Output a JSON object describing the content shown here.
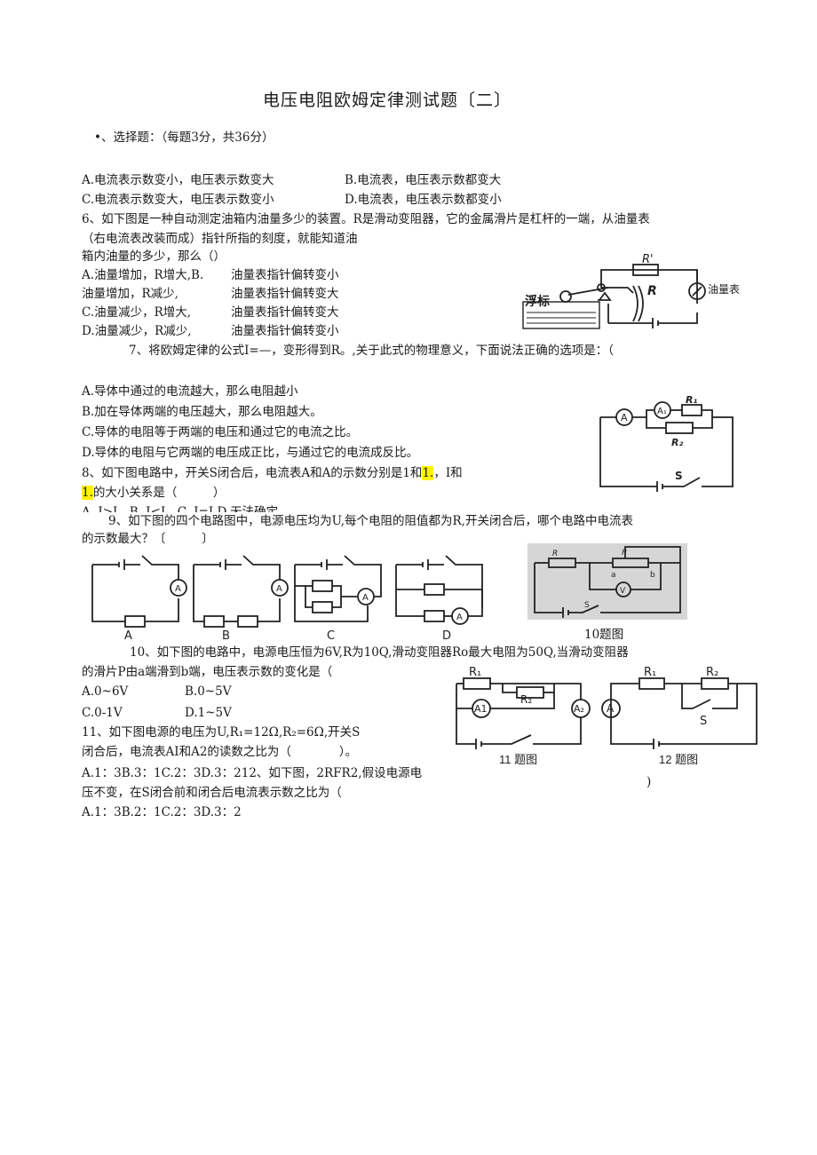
{
  "title": "电压电阻欧姆定律测试题〔二〕",
  "section": "•、选择题：（每题3分，共36分）",
  "q5": {
    "a": "A.电流表示数变小，电压表示数变大",
    "b": "B.电流表，电压表示数都变大",
    "c": "C.电流表示数变大，电压表示数变小",
    "d": "D.电流表，电压表示数都变小"
  },
  "q6": {
    "line1": "6、如下图是一种自动测定油箱内油量多少的装置。R是滑动变阻器，它的金属滑片是杠杆的一端，从油量表",
    "line2": "（右电流表改装而成）指针所指的刻度，就能知道油",
    "line3": "箱内油量的多少，那么（）",
    "opt1a": "A.油量增加，R增大,B.",
    "opt1b": "油量表指针偏转变小",
    "opt2a": "油量增加，R减少,",
    "opt2b": "油量表指针偏转变大",
    "opt3a": "C.油量减少，R增大,",
    "opt3b": "油量表指针偏转变大",
    "opt4a": "D.油量减少，R减少,",
    "opt4b": "油量表指针偏转变小",
    "fig_r_prime": "R'",
    "fig_r": "R",
    "fig_meter": "油量表",
    "fig_float": "浮标"
  },
  "q7": {
    "stem": "7、将欧姆定律的公式I=—，变形得到R。,关于此式的物理意义，下面说法正确的选项是：（",
    "a": "A.导体中通过的电流越大，那么电阻越小",
    "b": "B.加在导体两端的电压越大，那么电阻越大。",
    "c": "C.导体的电阻等于两端的电压和通过它的电流之比。",
    "d": "D.导体的电阻与它两端的电压成正比，与通过它的电流成反比。"
  },
  "q8": {
    "stem_a": "8、如下图电路中，开关S闭合后，电流表A和A的示数分别是1和",
    "hl1": "1.",
    "stem_b": "，I和",
    "hl2": "1.",
    "stem_c": "的大小关系是（　　　）",
    "cut": "A. I>I，B. I<I，C. I=I  D.无法确定",
    "fig_a": "A",
    "fig_a1": "A₁",
    "fig_r1": "R₁",
    "fig_r2": "R₂",
    "fig_s": "S"
  },
  "q9": {
    "line1": "9、如下图的四个电路图中，电源电压均为U,每个电阻的阻值都为R,开关闭合后，哪个电路中电流表",
    "line2": "的示数最大？〔　　　〕",
    "labels": [
      "A",
      "B",
      "C",
      "D"
    ],
    "meter": "A"
  },
  "fig10": {
    "caption": "10题图",
    "r": "R",
    "p": "P",
    "a": "a",
    "b": "b",
    "v": "V",
    "s": "S"
  },
  "q10": {
    "line1": "10、如下图的电路中，电源电压恒为6V,R为10Q,滑动变阻器Ro最大电阻为50Q,当滑动变阻器",
    "line2": "的滑片P由a端滑到b端，电压表示数的变化是（",
    "a": "A.0~6V",
    "b": "B.0~5V",
    "c": "C.0-1V",
    "d": "D.1~5V"
  },
  "q11": {
    "line1": "11、如下图电源的电压为U,R₁=12Ω,R₂=6Ω,开关S",
    "line2": "闭合后，电流表AI和A2的读数之比为（　　　　）。",
    "line3": "A.1：3B.3：1C.2：3D.3：212、如下图，2RFR2,假设电源电",
    "line4": "压不变，在S闭合前和闭合后电流表示数之比为（",
    "line5": "A.1：3B.2：1C.2：3D.3：2",
    "paren": ")",
    "fig_caption": "11 题图",
    "r1": "R₁",
    "r2": "R₂",
    "a1": "A1",
    "a2": "A₂"
  },
  "fig12": {
    "caption": "12 题图",
    "r1": "R₁",
    "r2": "R₂",
    "a": "A",
    "s": "S"
  }
}
